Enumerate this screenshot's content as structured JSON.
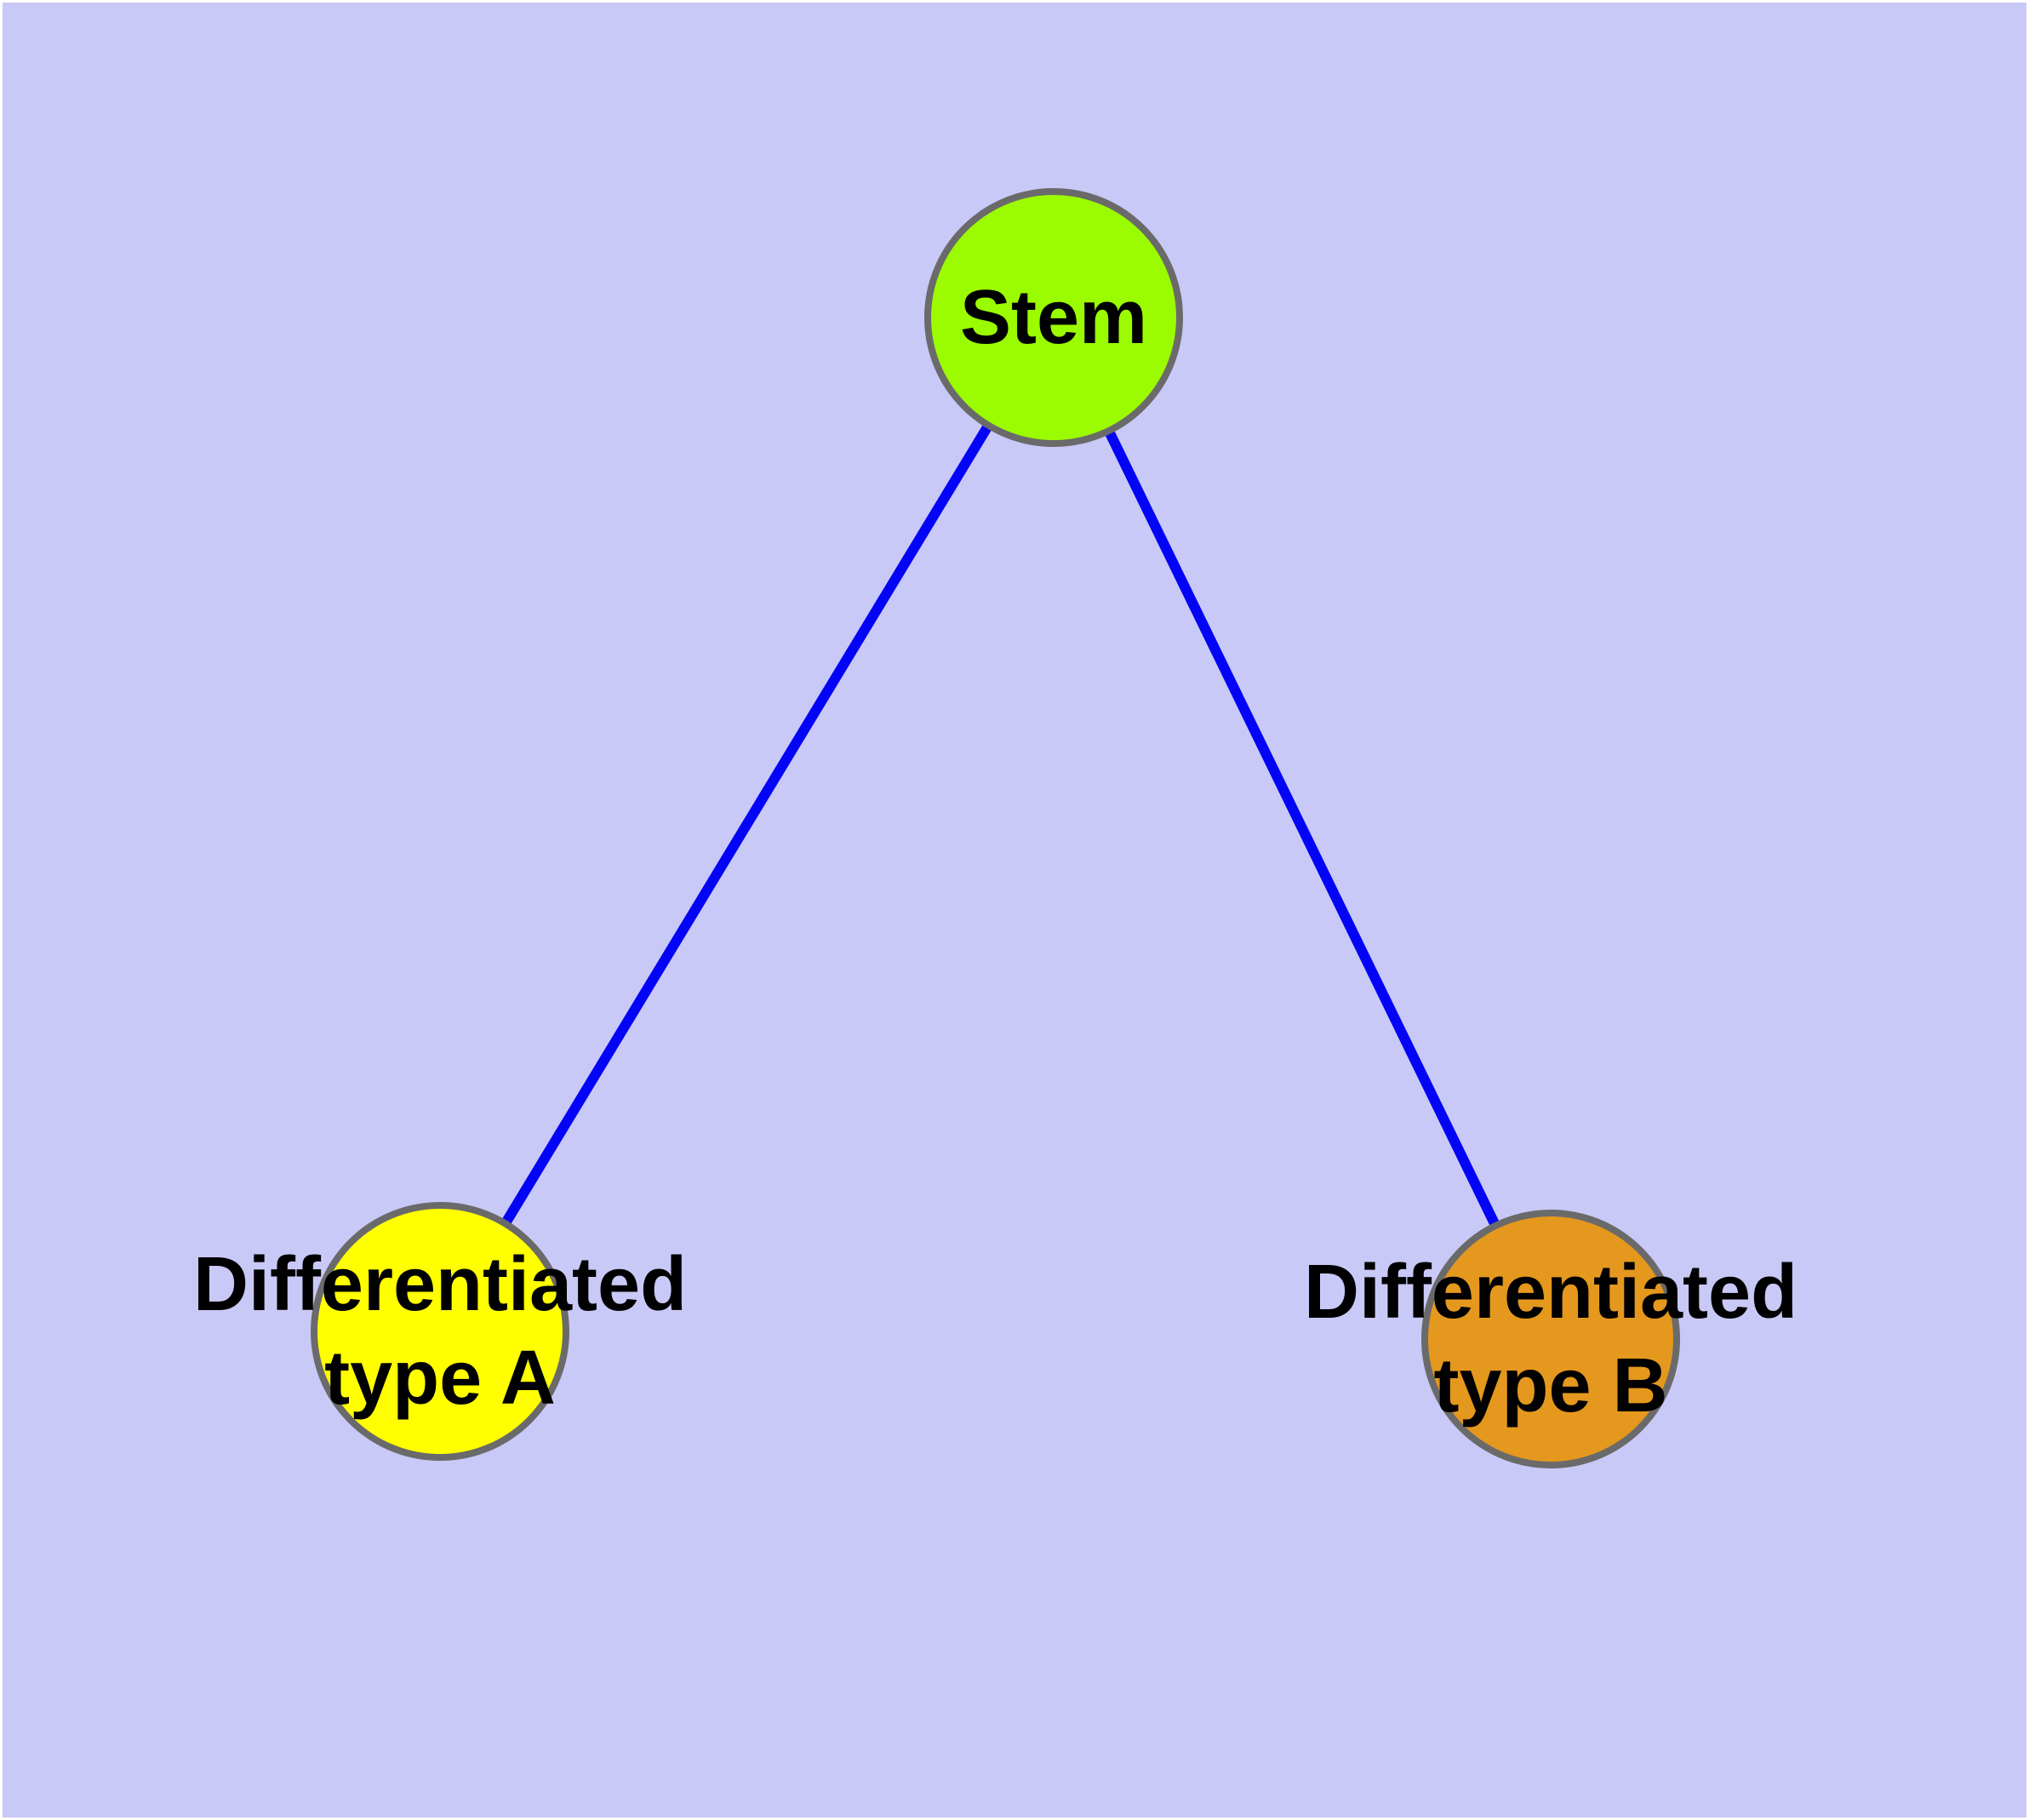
{
  "diagram": {
    "type": "node-link-graph",
    "background_color": "#C9C9F7",
    "colors": {
      "edge": "#0303F8",
      "node_stroke": "#6A6A6A",
      "label_text": "#000000",
      "stem_fill": "#9BFB00",
      "type_a_fill": "#FFFF00",
      "type_b_fill": "#E5981E"
    },
    "nodes": [
      {
        "id": "stem",
        "label": "Stem",
        "label_line1": "Stem",
        "label_line2": "",
        "fill": "#9BFB00"
      },
      {
        "id": "type-a",
        "label": "Differentiated type A",
        "label_line1": "Differentiated",
        "label_line2": "type A",
        "fill": "#FFFF00"
      },
      {
        "id": "type-b",
        "label": "Differentiated type B",
        "label_line1": "Differentiated",
        "label_line2": "type B",
        "fill": "#E5981E"
      }
    ],
    "edges": [
      {
        "from": "Stem",
        "to": "Differentiated type A"
      },
      {
        "from": "Stem",
        "to": "Differentiated type B"
      }
    ]
  }
}
